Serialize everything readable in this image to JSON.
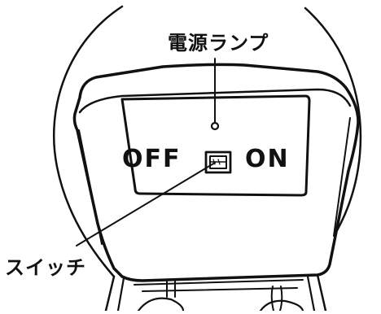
{
  "labels": {
    "lamp": "電源ランプ",
    "switch": "スイッチ",
    "off": "OFF",
    "on": "ON"
  },
  "colors": {
    "line": "#111111",
    "background": "#ffffff"
  },
  "icons": {
    "switch": "rocker-switch-icon",
    "lamp": "power-lamp-indicator"
  }
}
